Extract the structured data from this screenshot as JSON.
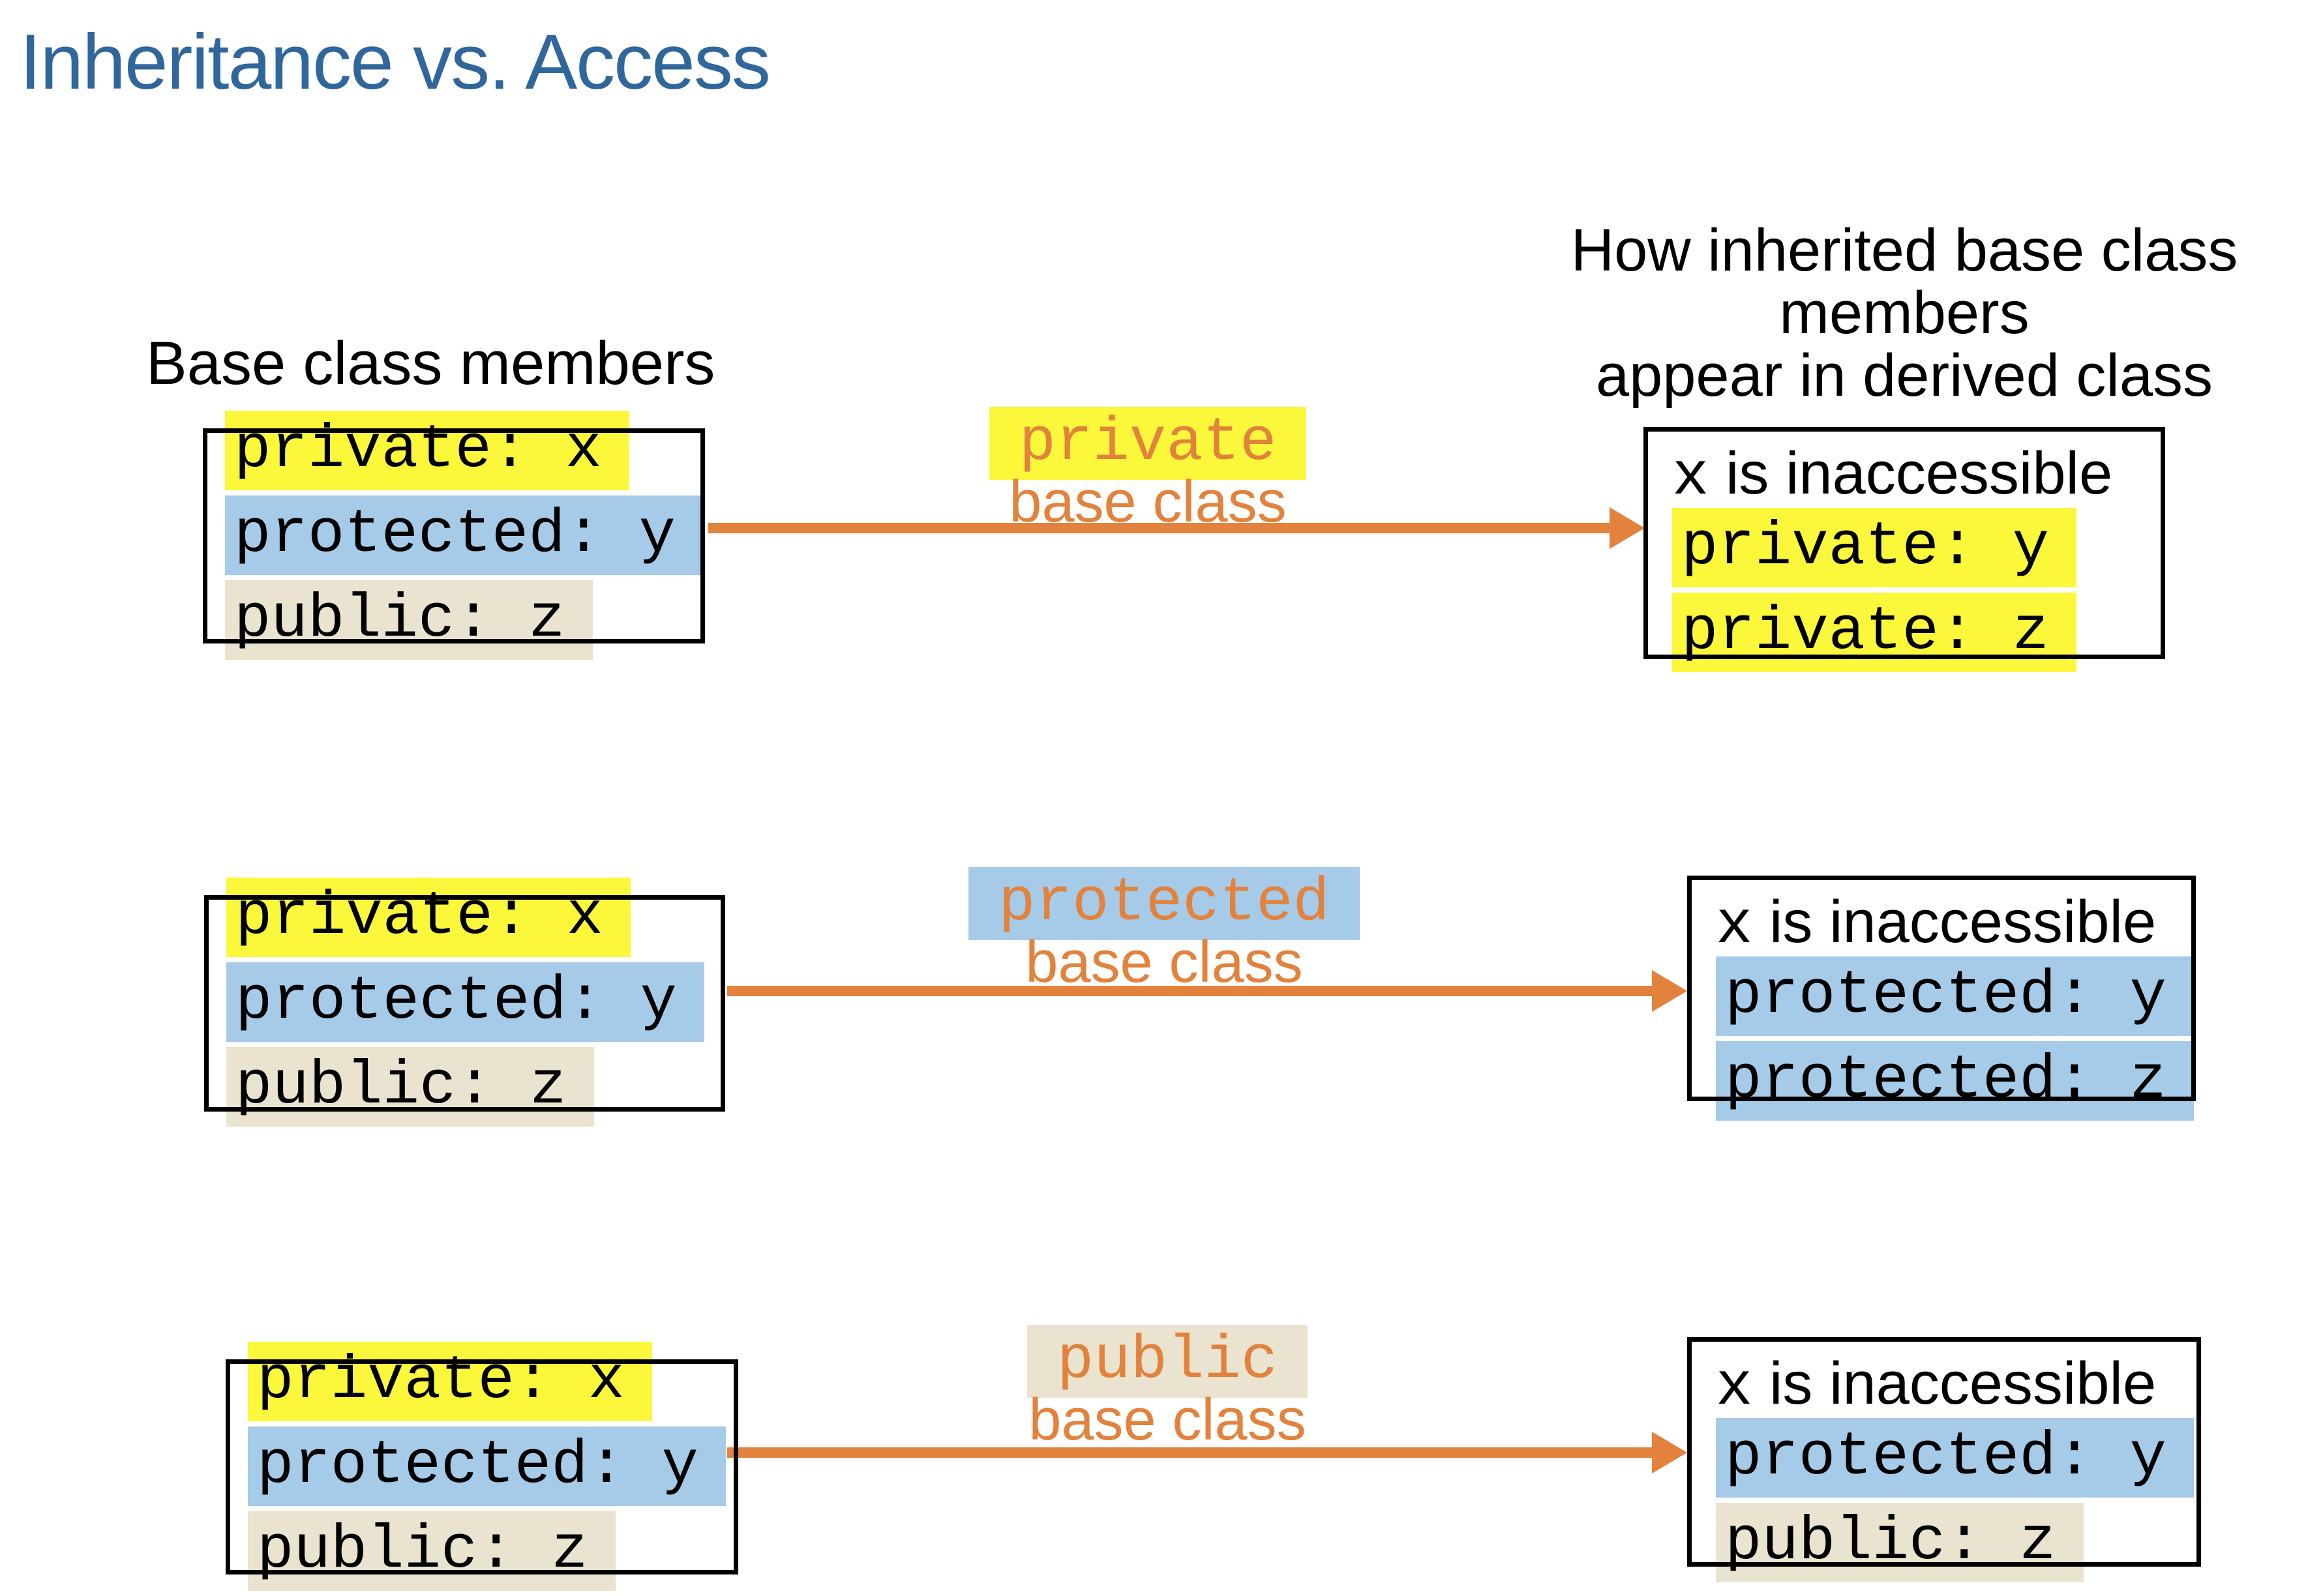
{
  "title": "Inheritance vs. Access",
  "headings": {
    "left": "Base class members",
    "right_lines": [
      "How inherited base class",
      "members",
      "appear in derived class"
    ]
  },
  "colors": {
    "title_blue": "#2F679C",
    "accent_orange": "#E2823C",
    "highlight_private_yellow": "#FBF73A",
    "highlight_protected_blue": "#A6CBE9",
    "highlight_public_tan": "#E9E3D0",
    "box_border": "#000000",
    "background": "#FFFFFF"
  },
  "rows": [
    {
      "access": "private-inheritance",
      "base_box": {
        "lines": [
          {
            "text": "private: x",
            "highlight": "yellow"
          },
          {
            "text": "protected: y",
            "highlight": "blue"
          },
          {
            "text": "public: z",
            "highlight": "tan"
          }
        ]
      },
      "arrow": {
        "keyword": "private",
        "keyword_highlight": "yellow",
        "label": "base class"
      },
      "derived_box": {
        "note_var": "x",
        "note_rest": " is inaccessible",
        "lines": [
          {
            "text": "private: y",
            "highlight": "yellow"
          },
          {
            "text": "private: z",
            "highlight": "yellow"
          }
        ]
      }
    },
    {
      "access": "protected-inheritance",
      "base_box": {
        "lines": [
          {
            "text": "private: x",
            "highlight": "yellow"
          },
          {
            "text": "protected: y",
            "highlight": "blue"
          },
          {
            "text": "public: z",
            "highlight": "tan"
          }
        ]
      },
      "arrow": {
        "keyword": "protected",
        "keyword_highlight": "blue",
        "label": "base class"
      },
      "derived_box": {
        "note_var": "x",
        "note_rest": " is inaccessible",
        "lines": [
          {
            "text": "protected: y",
            "highlight": "blue"
          },
          {
            "text": "protected: z",
            "highlight": "blue"
          }
        ]
      }
    },
    {
      "access": "public-inheritance",
      "base_box": {
        "lines": [
          {
            "text": "private: x",
            "highlight": "yellow"
          },
          {
            "text": "protected: y",
            "highlight": "blue"
          },
          {
            "text": "public: z",
            "highlight": "tan"
          }
        ]
      },
      "arrow": {
        "keyword": "public",
        "keyword_highlight": "tan",
        "label": "base class"
      },
      "derived_box": {
        "note_var": "x",
        "note_rest": " is inaccessible",
        "lines": [
          {
            "text": "protected: y",
            "highlight": "blue"
          },
          {
            "text": "public: z",
            "highlight": "tan"
          }
        ]
      }
    }
  ]
}
